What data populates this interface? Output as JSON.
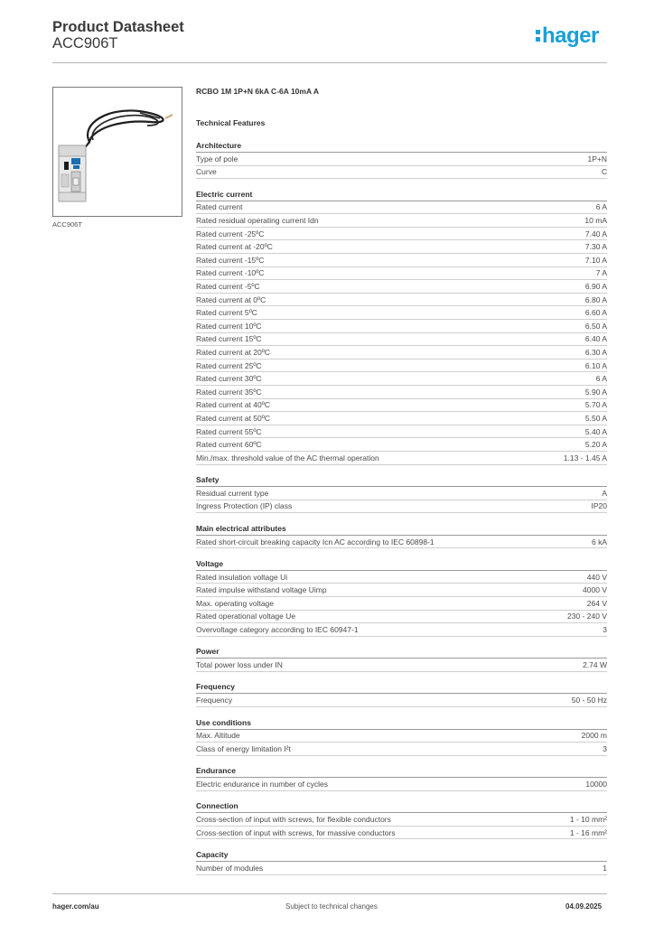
{
  "header": {
    "title": "Product Datasheet",
    "subtitle": "ACC906T",
    "logo_text": "hager",
    "brand_color": "#1aa0d8"
  },
  "photo": {
    "caption": "ACC906T"
  },
  "product_description": "RCBO 1M 1P+N 6kA C-6A 10mA A",
  "technical_features_title": "Technical Features",
  "sections": [
    {
      "title": "Architecture",
      "rows": [
        {
          "label": "Type of pole",
          "value": "1P+N"
        },
        {
          "label": "Curve",
          "value": "C"
        }
      ]
    },
    {
      "title": "Electric current",
      "rows": [
        {
          "label": "Rated current",
          "value": "6 A"
        },
        {
          "label": "Rated residual operating current Idn",
          "value": "10 mA"
        },
        {
          "label": "Rated current -25ºC",
          "value": "7.40 A"
        },
        {
          "label": "Rated current at -20ºC",
          "value": "7.30 A"
        },
        {
          "label": "Rated current -15ºC",
          "value": "7.10 A"
        },
        {
          "label": "Rated current -10ºC",
          "value": "7 A"
        },
        {
          "label": "Rated current -5ºC",
          "value": "6.90 A"
        },
        {
          "label": "Rated current at 0ºC",
          "value": "6.80 A"
        },
        {
          "label": "Rated current 5ºC",
          "value": "6.60 A"
        },
        {
          "label": "Rated current 10ºC",
          "value": "6.50 A"
        },
        {
          "label": "Rated current 15ºC",
          "value": "6.40 A"
        },
        {
          "label": "Rated current at 20ºC",
          "value": "6.30 A"
        },
        {
          "label": "Rated current 25ºC",
          "value": "6.10 A"
        },
        {
          "label": "Rated current 30ºC",
          "value": "6 A"
        },
        {
          "label": "Rated current 35ºC",
          "value": "5.90 A"
        },
        {
          "label": "Rated current at 40ºC",
          "value": "5.70 A"
        },
        {
          "label": "Rated current at 50ºC",
          "value": "5.50 A"
        },
        {
          "label": "Rated current 55ºC",
          "value": "5.40 A"
        },
        {
          "label": "Rated current 60ºC",
          "value": "5.20 A"
        },
        {
          "label": "Min./max. threshold value of the AC thermal operation",
          "value": "1.13 - 1.45 A"
        }
      ]
    },
    {
      "title": "Safety",
      "rows": [
        {
          "label": "Residual current type",
          "value": "A"
        },
        {
          "label": "Ingress Protection (IP) class",
          "value": "IP20"
        }
      ]
    },
    {
      "title": "Main electrical attributes",
      "rows": [
        {
          "label": "Rated short-circuit breaking capacity Icn AC according to IEC 60898-1",
          "value": "6 kA"
        }
      ]
    },
    {
      "title": "Voltage",
      "rows": [
        {
          "label": "Rated insulation voltage Ui",
          "value": "440 V"
        },
        {
          "label": "Rated impulse withstand voltage Uimp",
          "value": "4000 V"
        },
        {
          "label": "Max. operating voltage",
          "value": "264 V"
        },
        {
          "label": "Rated operational voltage Ue",
          "value": "230 - 240 V"
        },
        {
          "label": "Overvoltage category according to IEC 60947-1",
          "value": "3"
        }
      ]
    },
    {
      "title": "Power",
      "rows": [
        {
          "label": "Total power loss under IN",
          "value": "2.74 W"
        }
      ]
    },
    {
      "title": "Frequency",
      "rows": [
        {
          "label": "Frequency",
          "value": "50 - 50 Hz"
        }
      ]
    },
    {
      "title": "Use conditions",
      "rows": [
        {
          "label": "Max. Altitude",
          "value": "2000 m"
        },
        {
          "label": "Class of energy limitation I²t",
          "value": "3"
        }
      ]
    },
    {
      "title": "Endurance",
      "rows": [
        {
          "label": "Electric endurance in number of cycles",
          "value": "10000"
        }
      ]
    },
    {
      "title": "Connection",
      "rows": [
        {
          "label": "Cross-section of input with screws, for flexible conductors",
          "value": "1 - 10 mm²"
        },
        {
          "label": "Cross-section of input with screws, for massive conductors",
          "value": "1 - 16 mm²"
        }
      ]
    },
    {
      "title": "Capacity",
      "rows": [
        {
          "label": "Number of modules",
          "value": "1"
        }
      ]
    }
  ],
  "footer": {
    "website": "hager.com/au",
    "notice": "Subject to technical changes",
    "date": "04.09.2025"
  }
}
